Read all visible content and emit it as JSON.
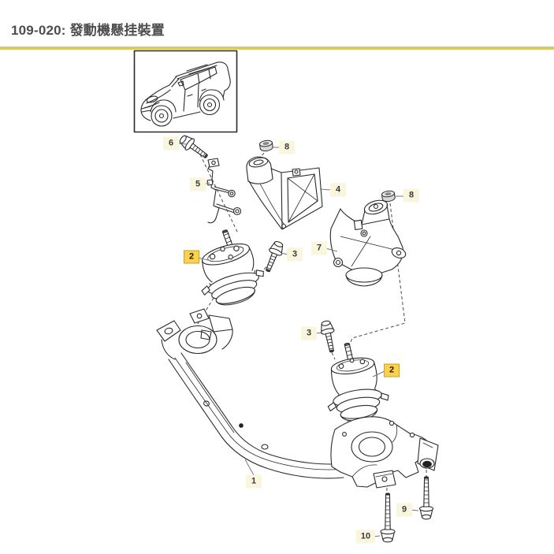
{
  "header": {
    "title": "109-020: 發動機懸挂裝置"
  },
  "colors": {
    "rule_gold": "#d8cc5e",
    "callout_bg": "#faf5dd",
    "highlight_bg": "#fdd24a",
    "highlight_border": "#c8a128",
    "ink": "#2a2a2a"
  },
  "callouts": [
    {
      "id": "6",
      "num": "6",
      "highlighted": false
    },
    {
      "id": "8a",
      "num": "8",
      "highlighted": false
    },
    {
      "id": "5",
      "num": "5",
      "highlighted": false
    },
    {
      "id": "4",
      "num": "4",
      "highlighted": false
    },
    {
      "id": "8b",
      "num": "8",
      "highlighted": false
    },
    {
      "id": "2a",
      "num": "2",
      "highlighted": true
    },
    {
      "id": "3a",
      "num": "3",
      "highlighted": false
    },
    {
      "id": "7",
      "num": "7",
      "highlighted": false
    },
    {
      "id": "3b",
      "num": "3",
      "highlighted": false
    },
    {
      "id": "2b",
      "num": "2",
      "highlighted": true
    },
    {
      "id": "1",
      "num": "1",
      "highlighted": false
    },
    {
      "id": "9",
      "num": "9",
      "highlighted": false
    },
    {
      "id": "10",
      "num": "10",
      "highlighted": false
    }
  ]
}
